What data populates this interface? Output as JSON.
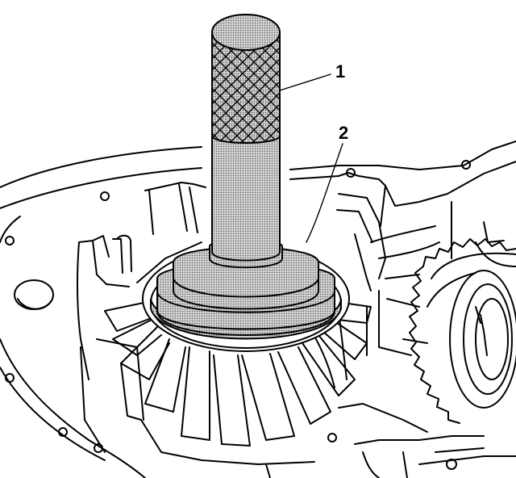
{
  "callouts": [
    {
      "id": "1",
      "label": "1"
    },
    {
      "id": "2",
      "label": "2"
    }
  ],
  "colors": {
    "line": "#000000",
    "background": "#ffffff",
    "shade": "#bdbdbd"
  }
}
